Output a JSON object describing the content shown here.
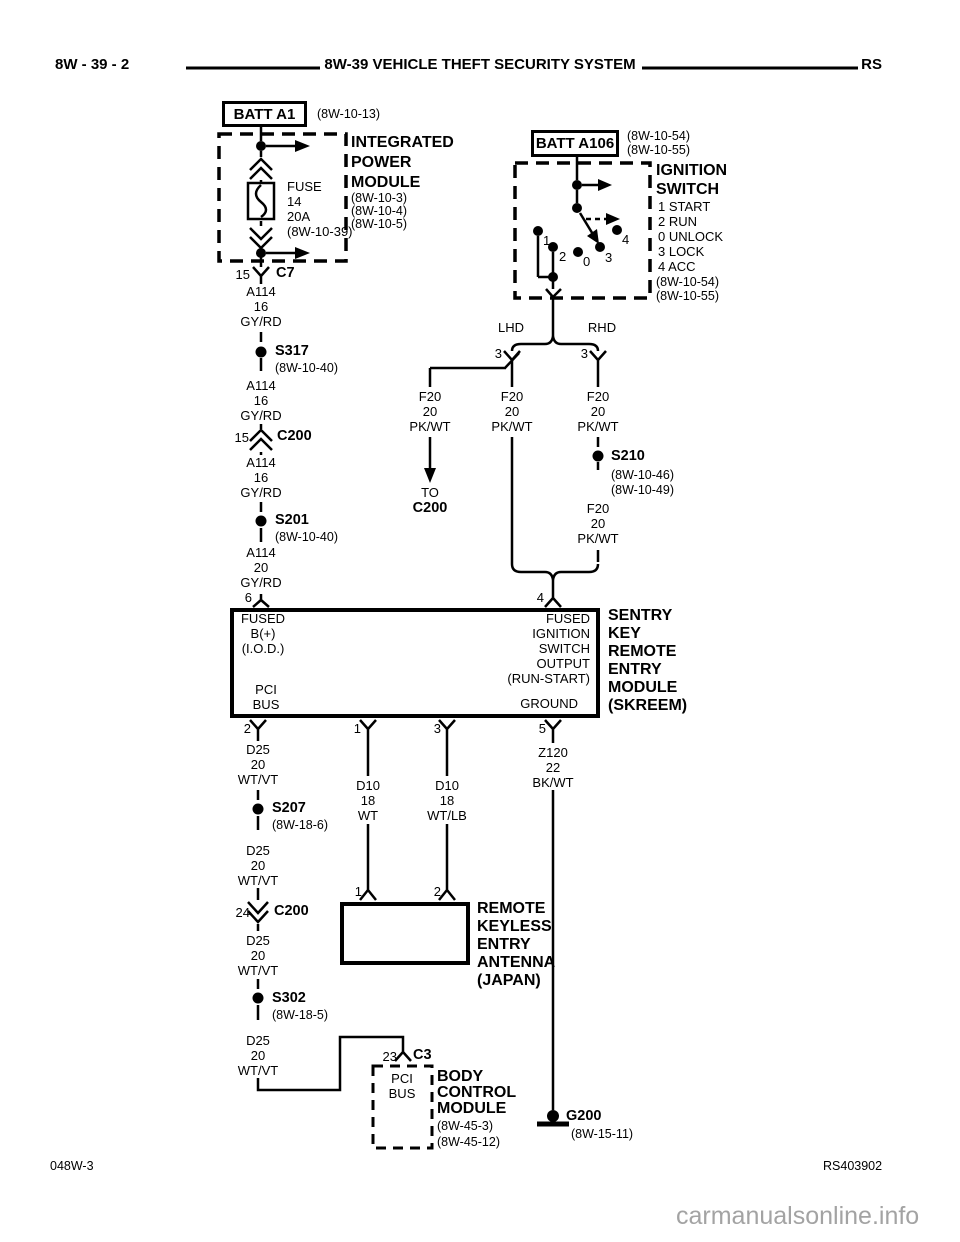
{
  "header": {
    "page": "8W - 39 - 2",
    "title": "8W-39 VEHICLE THEFT SECURITY SYSTEM",
    "code": "RS"
  },
  "footer": {
    "doc": "048W-3",
    "code": "RS403902",
    "watermark": "carmanualsonline.info"
  },
  "colors": {
    "ink": "#000000",
    "watermark": "#a3a3a3",
    "paper": "#ffffff"
  },
  "batt_a1": {
    "label": "BATT A1",
    "ref": "(8W-10-13)"
  },
  "ipm": {
    "title": [
      "INTEGRATED",
      "POWER",
      "MODULE"
    ],
    "refs": [
      "(8W-10-3)",
      "(8W-10-4)",
      "(8W-10-5)"
    ],
    "fuse": [
      "FUSE",
      "14",
      "20A",
      "(8W-10-39)"
    ]
  },
  "batt_a106": {
    "label": "BATT A106",
    "refs": [
      "(8W-10-54)",
      "(8W-10-55)"
    ]
  },
  "ignition": {
    "title": [
      "IGNITION",
      "SWITCH"
    ],
    "positions": [
      "1 START",
      "2 RUN",
      "0 UNLOCK",
      "3 LOCK",
      "4 ACC"
    ],
    "refs": [
      "(8W-10-54)",
      "(8W-10-55)"
    ],
    "dots": [
      "1",
      "2",
      "0",
      "3",
      "4"
    ]
  },
  "left_chain": {
    "c7": {
      "pin": "15",
      "name": "C7"
    },
    "a114_16": [
      "A114",
      "16",
      "GY/RD"
    ],
    "s317": {
      "name": "S317",
      "ref": "(8W-10-40)"
    },
    "c200": {
      "pin": "15",
      "name": "C200"
    },
    "s201": {
      "name": "S201",
      "ref": "(8W-10-40)"
    },
    "a114_20": [
      "A114",
      "20",
      "GY/RD"
    ]
  },
  "split": {
    "lhd": "LHD",
    "rhd": "RHD",
    "pin3": "3",
    "f20": [
      "F20",
      "20",
      "PK/WT"
    ],
    "to": "TO",
    "to_conn": "C200",
    "s210": {
      "name": "S210",
      "refs": [
        "(8W-10-46)",
        "(8W-10-49)"
      ]
    }
  },
  "skreem": {
    "pin_top_left": "6",
    "pin_top_right": "4",
    "fused_b": [
      "FUSED",
      "B(+)",
      "(I.O.D.)"
    ],
    "run_start": [
      "FUSED",
      "IGNITION",
      "SWITCH",
      "OUTPUT",
      "(RUN-START)"
    ],
    "pci_bus": [
      "PCI",
      "BUS"
    ],
    "ground": "GROUND",
    "title": [
      "SENTRY",
      "KEY",
      "REMOTE",
      "ENTRY",
      "MODULE",
      "(SKREEM)"
    ],
    "pins": [
      "2",
      "1",
      "3",
      "5"
    ]
  },
  "pci_chain": {
    "d25": [
      "D25",
      "20",
      "WT/VT"
    ],
    "s207": {
      "name": "S207",
      "ref": "(8W-18-6)"
    },
    "c200": {
      "pin": "24",
      "name": "C200"
    },
    "s302": {
      "name": "S302",
      "ref": "(8W-18-5)"
    }
  },
  "antenna": {
    "pins": [
      "1",
      "2"
    ],
    "d10_wt": [
      "D10",
      "18",
      "WT"
    ],
    "d10_wtlb": [
      "D10",
      "18",
      "WT/LB"
    ],
    "title": [
      "REMOTE",
      "KEYLESS",
      "ENTRY",
      "ANTENNA",
      "(JAPAN)"
    ]
  },
  "ground_chain": {
    "z120": [
      "Z120",
      "22",
      "BK/WT"
    ],
    "g200": {
      "name": "G200",
      "ref": "(8W-15-11)"
    }
  },
  "bcm": {
    "pin": "23",
    "conn": "C3",
    "bus": [
      "PCI",
      "BUS"
    ],
    "title": [
      "BODY",
      "CONTROL",
      "MODULE"
    ],
    "refs": [
      "(8W-45-3)",
      "(8W-45-12)"
    ]
  }
}
